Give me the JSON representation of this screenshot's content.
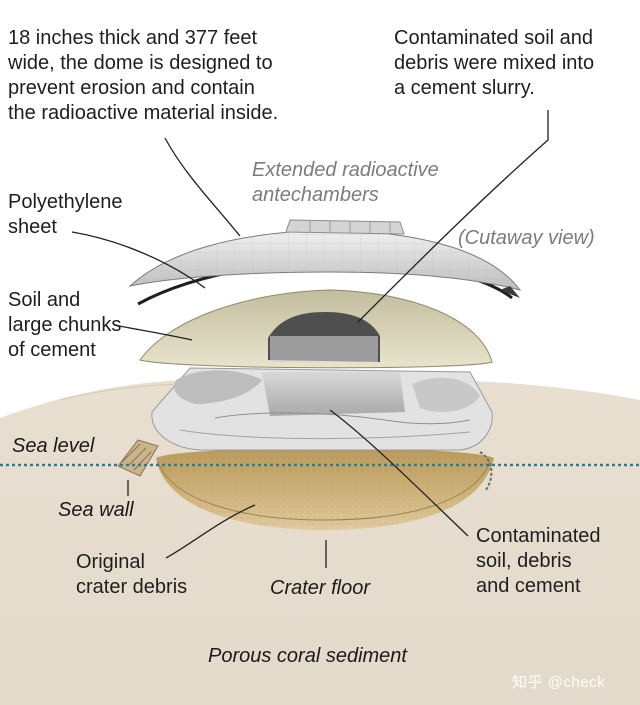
{
  "labels": {
    "dome_description": [
      "18 inches thick and 377 feet",
      "wide, the dome is designed to",
      "prevent erosion and contain",
      "the radioactive material inside."
    ],
    "contaminated_mix": [
      "Contaminated soil and",
      "debris were mixed into",
      "a cement slurry."
    ],
    "antechambers": [
      "Extended radioactive",
      "antechambers"
    ],
    "polyethylene": [
      "Polyethylene",
      "sheet"
    ],
    "cutaway": "(Cutaway view)",
    "soil_cement": [
      "Soil and",
      "large chunks",
      "of cement"
    ],
    "sea_level": "Sea level",
    "sea_wall": "Sea wall",
    "original_debris": [
      "Original",
      "crater debris"
    ],
    "crater_floor": "Crater floor",
    "contaminated_core": [
      "Contaminated",
      "soil, debris",
      "and cement"
    ],
    "coral": "Porous coral sediment"
  },
  "watermark": "知乎 @check",
  "colors": {
    "sediment": "#e6dccd",
    "dome": "#dcdcdc",
    "soil_layer": "#cfc9ad",
    "crater_fill": "#c4a86e",
    "sea_line": "#2a7e94",
    "text": "#1e1e1e",
    "gray_text": "#7c7c7c"
  }
}
